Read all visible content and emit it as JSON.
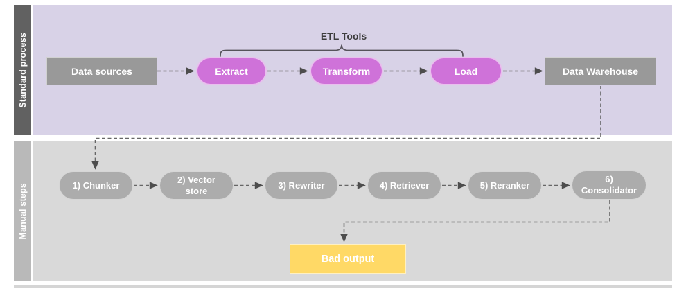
{
  "diagram": {
    "lanes": {
      "standard": {
        "label": "Standard process",
        "label_bg": "#616161",
        "bg": "#d8d2e7"
      },
      "manual": {
        "label": "Manual steps",
        "label_bg": "#b9b9b9",
        "bg": "#d9d9d9"
      }
    },
    "group_label": "ETL Tools",
    "standard_flow": {
      "nodes": [
        {
          "id": "data-sources",
          "label": "Data sources",
          "shape": "rectangle",
          "color": "#999999"
        },
        {
          "id": "extract",
          "label": "Extract",
          "shape": "pill",
          "color": "#cf72d9"
        },
        {
          "id": "transform",
          "label": "Transform",
          "shape": "pill",
          "color": "#cf72d9"
        },
        {
          "id": "load",
          "label": "Load",
          "shape": "pill",
          "color": "#cf72d9"
        },
        {
          "id": "data-warehouse",
          "label": "Data Warehouse",
          "shape": "rectangle",
          "color": "#999999"
        }
      ]
    },
    "manual_flow": {
      "steps": [
        {
          "id": "chunker",
          "label": "1) Chunker"
        },
        {
          "id": "vector-store",
          "label": "2) Vector store"
        },
        {
          "id": "rewriter",
          "label": "3) Rewriter"
        },
        {
          "id": "retriever",
          "label": "4) Retriever"
        },
        {
          "id": "reranker",
          "label": "5) Reranker"
        },
        {
          "id": "consolidator",
          "label": "6) Consolidator"
        }
      ],
      "pill_color": "#acacac"
    },
    "output": {
      "id": "bad-output",
      "label": "Bad output",
      "color": "#ffd966"
    },
    "connector_color": "#666666",
    "connector_style": "dashed"
  }
}
